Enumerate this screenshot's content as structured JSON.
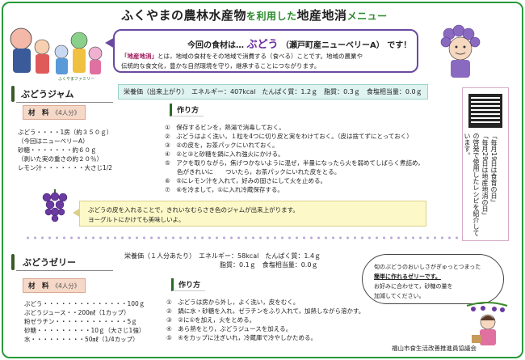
{
  "header": {
    "title_part1": "ふくやまの",
    "title_part2": "農林水産物",
    "title_part3": "を利用した",
    "title_part4": "地産地消",
    "title_part5": "メニュー"
  },
  "bubble": {
    "intro": "今回の食材は…",
    "ingredient": "ぶどう",
    "ingredient_detail": "（瀬戸町産ニューベリーA）",
    "suffix": "です！",
    "term": "「地産地消」",
    "text1": "とは，地域の食材をその地域で消費する（食べる）ことです。地域の農業や",
    "text2": "伝統的な食文化，豊かな自然環境を守り，継承することにつながります。"
  },
  "jam": {
    "title": "ぶどうジャム",
    "nutrition": "栄養価（出来上がり）　エネルギー：407kcal　たんぱく質：1.2ｇ　脂質：0.3ｇ　食塩相当量：0.0ｇ",
    "materials_label": "材　料",
    "materials_serving": "《4人分》",
    "ingredients": "ぶどう・・・・1房（約３５０ｇ）\n（今回はニューベリーA）\n砂糖・・・・・・・約６０ｇ\n（剥いた実の重さの約２０％）\nレモン汁・・・・・・・大さじ1/2",
    "method_label": "作り方",
    "steps": "①　保存するビンを，熱湯で消毒しておく。\n②　ぶどうはよく洗い，１粒を4つに切り皮と実をわけておく。（皮は捨てずにとっておく）\n③　②の皮を，お茶パックにいれておく。\n④　②と③と砂糖を鍋に入れ強火にかける。\n⑤　アクを取りながら，焦げつかないように混ぜ，半量になったら火を弱めてしばらく煮詰め，\n　　色がきれいに　　ついたら，お茶パックにいれた皮をとる。\n⑥　⑤にレモン汁を入れて，好みの固さにして火を止める。\n⑦　⑥を冷まして，①に入れ冷蔵保存する。",
    "note1": "ぶどうの皮を入れることで，きれいなむらさき色のジャムが出来上がります。",
    "note2": "ヨーグルトにかけても美味しいよ。"
  },
  "jelly": {
    "title": "ぶどうゼリー",
    "nutrition1": "栄養価（１人分あたり）　エネルギー：58kcal　たんぱく質：1.4ｇ",
    "nutrition2": "脂質：0.1ｇ　食塩相当量：0.0ｇ",
    "materials_label": "材　料",
    "materials_serving": "《4人分》",
    "ingredients": "ぶどう・・・・・・・・・・・・・・100ｇ\nぶどうジュース・・200㎖（1カップ）\n粉ゼラチン・・・・・・・・・・・・5ｇ\n砂糖・・・・・・・・・10ｇ（大さじ1強）\n水・・・・・・・・・50㎖（1/4カップ）",
    "method_label": "作り方",
    "steps": "①　ぶどうは房から外し，よく洗い，皮をむく。\n②　鍋に水・砂糖を入れ，ゼラチンをふり入れて，加熱しながら溶かす。\n③　②に①を加え，火をとめる。\n④　あら熱をとり，ぶどうジュースを加える。\n⑤　④をカップに注ぎいれ，冷蔵庫で冷やしかためる。"
  },
  "side": {
    "vertical_lines": [
      "「毎月19日は食育の日」",
      "「毎月29日は地産地消の日」",
      "の啓発で使用したレシピを紹介して",
      "います。"
    ]
  },
  "cloud": {
    "line1": "旬のぶどうのおいしさがぎゅっとつまった",
    "line2": "簡単に作れるゼリーです。",
    "line3": "お好みに合わせて，砂糖の量を",
    "line4": "加減してください。"
  },
  "mascot_caption": "ふくやまファミリー",
  "footer": "福山市食生活改善推進員協議会",
  "colors": {
    "border": "#2a9a3a",
    "accent_purple": "#6a4aa0",
    "nutrition_bg": "#dff3f0",
    "label_bg": "#f6d8c8",
    "note_bg": "#fdf8c8"
  }
}
